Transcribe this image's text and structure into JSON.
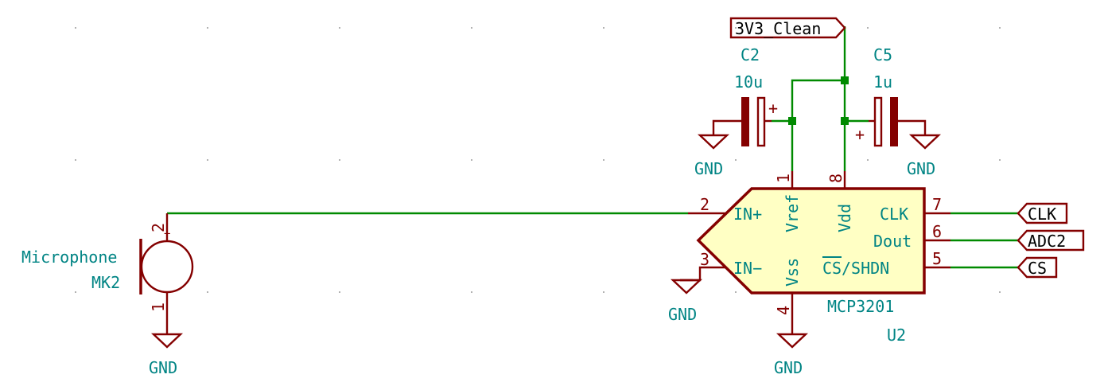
{
  "power": {
    "gnd": "GND"
  },
  "labels": {
    "net_3v3": "3V3_Clean",
    "clk": "CLK",
    "adc2": "ADC2",
    "cs": "CS"
  },
  "components": {
    "c2": {
      "ref": "C2",
      "value": "10u",
      "plus": "+"
    },
    "c5": {
      "ref": "C5",
      "value": "1u",
      "plus": "+"
    },
    "mic": {
      "value": "Microphone",
      "ref": "MK2",
      "pin1": "1",
      "pin2": "2",
      "plus": "+"
    },
    "u2": {
      "value": "MCP3201",
      "ref": "U2",
      "pins": {
        "p1": "1",
        "p2": "2",
        "p3": "3",
        "p4": "4",
        "p5": "5",
        "p6": "6",
        "p7": "7",
        "p8": "8"
      },
      "pin_names": {
        "inp": "IN+",
        "inn": "IN−",
        "vref": "Vref",
        "vdd": "Vdd",
        "vss": "Vss",
        "clk": "CLK",
        "dout": "Dout",
        "cs": "CS",
        "shdn": "/SHDN"
      }
    }
  },
  "colors": {
    "wire": "#008a00",
    "symbol": "#840000",
    "symbol_fill": "#ffffc4",
    "reference": "#008484"
  }
}
